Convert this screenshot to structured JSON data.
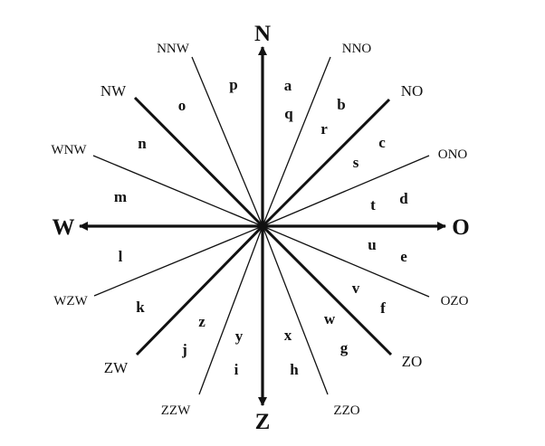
{
  "compass_rose": {
    "colors": {
      "ink": "#111111",
      "background": "#ffffff"
    },
    "cardinal": {
      "N": "N",
      "O": "O",
      "Z": "Z",
      "W": "W"
    },
    "intercardinal": {
      "NO": "NO",
      "ZO": "ZO",
      "ZW": "ZW",
      "NW": "NW"
    },
    "secondary": {
      "NNO": "NNO",
      "ONO": "ONO",
      "OZO": "OZO",
      "ZZO": "ZZO",
      "ZZW": "ZZW",
      "WZW": "WZW",
      "WNW": "WNW",
      "NNW": "NNW"
    },
    "sector_letters": {
      "a": "a",
      "b": "b",
      "c": "c",
      "d": "d",
      "e": "e",
      "f": "f",
      "g": "g",
      "h": "h",
      "i": "i",
      "j": "j",
      "k": "k",
      "l": "l",
      "m": "m",
      "n": "n",
      "o": "o",
      "p": "p",
      "q": "q",
      "r": "r",
      "s": "s",
      "t": "t",
      "u": "u",
      "v": "v",
      "w": "w",
      "x": "x",
      "y": "y",
      "z": "z"
    }
  }
}
